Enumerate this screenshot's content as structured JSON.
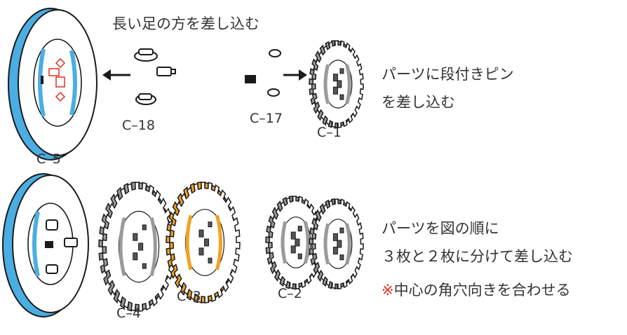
{
  "instructions": {
    "top_caption": "長い足の方を差し込む",
    "step1_line1": "パーツに段付きピン",
    "step1_line2": "を差し込む",
    "step2_line1": "パーツを図の順に",
    "step2_line2": "３枚と２枚に分けて差し込む",
    "note_mark": "※",
    "note_text": "中心の角穴向きを合わせる"
  },
  "part_labels": {
    "c5": "C–5",
    "c18": "C–18",
    "c17": "C–17",
    "c1": "C–1",
    "c4": "C–4",
    "c3": "C–3",
    "c2": "C–2"
  },
  "colors": {
    "disc_blue": "#4aaee3",
    "gear_gray": "#9a9a9a",
    "gear_orange": "#f0a224",
    "highlight_red": "#e0301e",
    "outline": "#1a1a1a"
  }
}
